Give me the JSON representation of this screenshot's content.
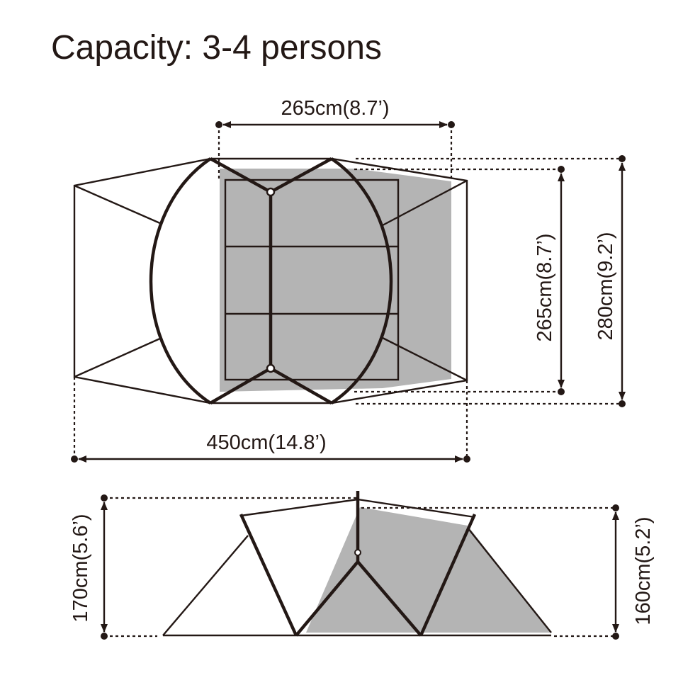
{
  "title": "Capacity: 3-4 persons",
  "dimensions": {
    "inner_width": "265cm(8.7’)",
    "inner_depth": "265cm(8.7’)",
    "outer_depth": "280cm(9.2’)",
    "outer_length": "450cm(14.8’)",
    "max_height": "170cm(5.6’)",
    "inner_height": "160cm(5.2’)"
  },
  "colors": {
    "ink": "#231815",
    "floor_fill": "#e6e6e6",
    "shadow_fill": "#b4b4b4",
    "background": "#ffffff"
  }
}
